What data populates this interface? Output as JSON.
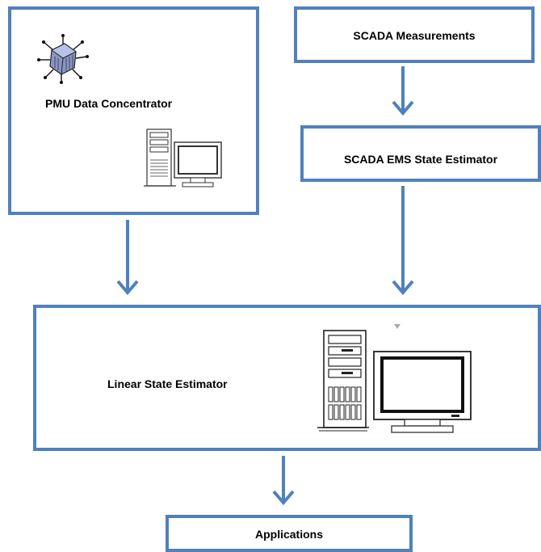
{
  "diagram": {
    "pmu_box": {
      "label": "PMU Data Concentrator"
    },
    "scada_measurements": {
      "label": "SCADA Measurements"
    },
    "scada_ems": {
      "label": "SCADA EMS State Estimator"
    },
    "lse_box": {
      "label": "Linear State Estimator"
    },
    "applications": {
      "label": "Applications"
    }
  },
  "colors": {
    "box_border": "#4f81bd",
    "arrow": "#4f81bd",
    "text": "#000000"
  },
  "icons": {
    "pmu": "satellite-icon",
    "pmu_computer": "desktop-computer-icon",
    "lse_computer": "desktop-computer-icon"
  }
}
